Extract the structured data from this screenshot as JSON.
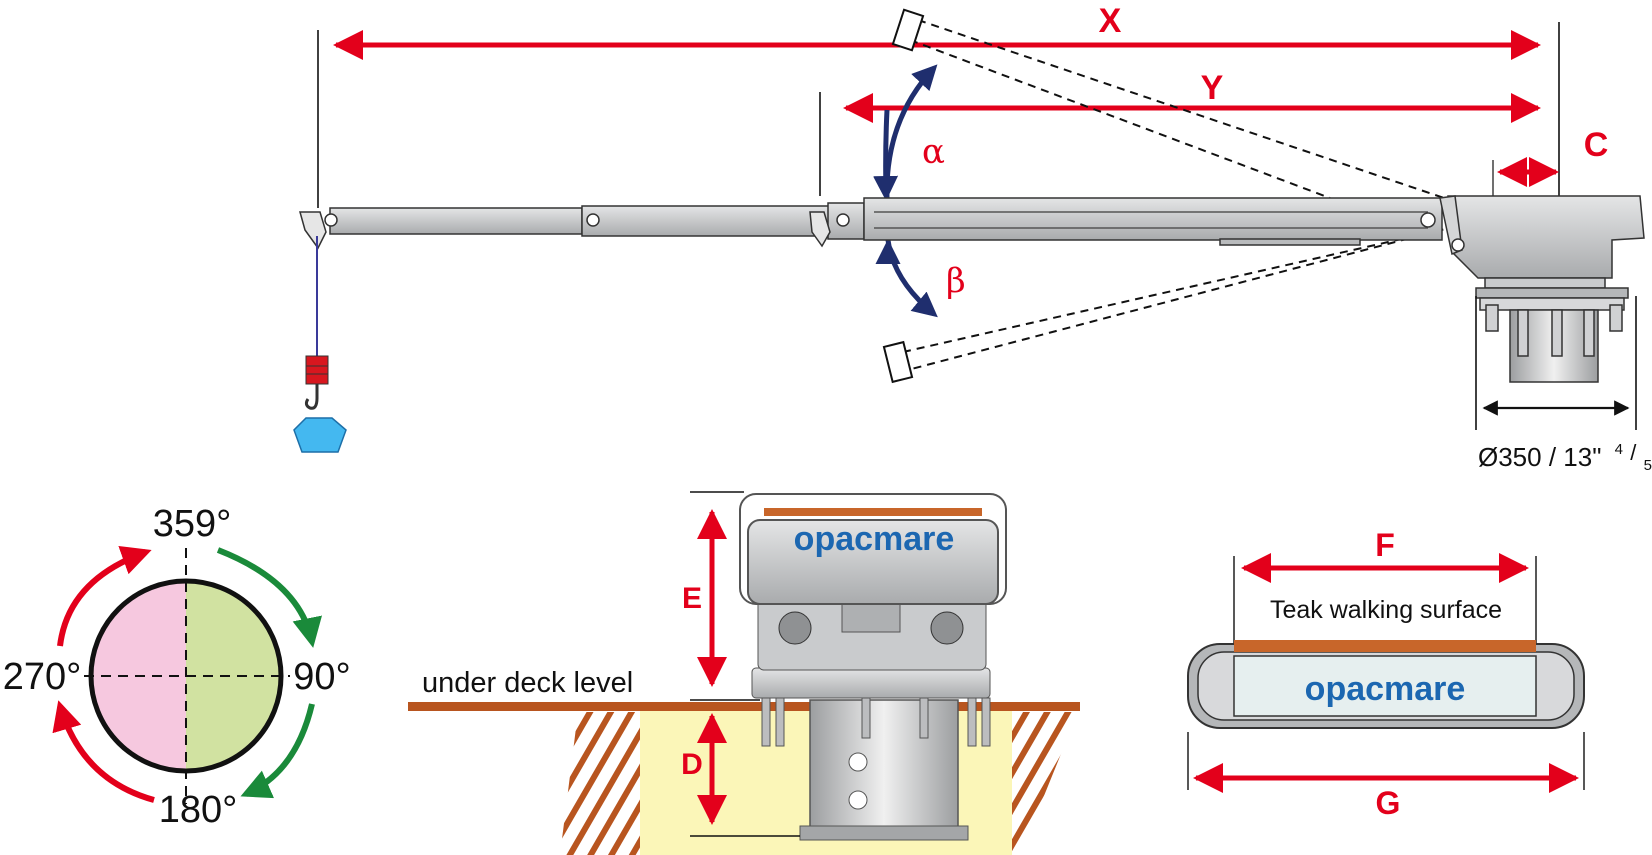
{
  "colors": {
    "dimension": "#e3001b",
    "arc": "#1f2e6e",
    "clockwise": "#1a8a3a",
    "counterclockwise": "#e3001b",
    "steel": "#c9cbcd",
    "deck": "#b8551f",
    "teak": "#c8662a",
    "foundation": "#fbf6b8",
    "dial_left": "#f6c8df",
    "dial_right": "#d1e2a1",
    "brand": "#1c67b1"
  },
  "crane_side": {
    "dims": {
      "x": "X",
      "y": "Y",
      "c": "C"
    },
    "angles": {
      "alpha": "α",
      "beta": "β"
    },
    "base_diameter": {
      "main": "Ø350 / 13\"",
      "frac_num": "4",
      "frac_den": "5"
    }
  },
  "rotation": {
    "top": "359°",
    "right": "90°",
    "bottom": "180°",
    "left": "270°"
  },
  "base_section": {
    "dims": {
      "e": "E",
      "d": "D"
    },
    "deck_label": "under deck level",
    "brand": "opacmare"
  },
  "top_view": {
    "dims": {
      "f": "F",
      "g": "G"
    },
    "surface_label": "Teak walking surface",
    "brand": "opacmare"
  }
}
